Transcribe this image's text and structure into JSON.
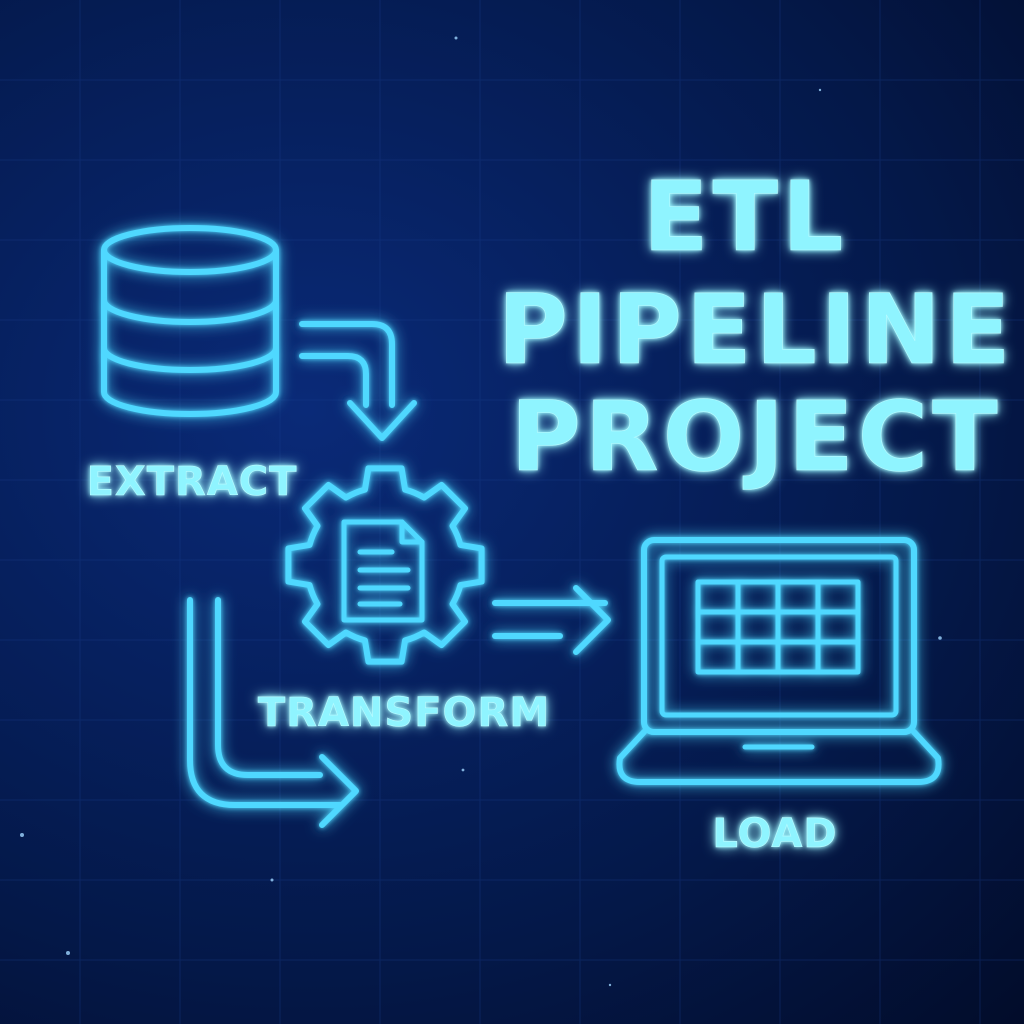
{
  "title": {
    "line1": "ETL",
    "line2": "PIPELINE",
    "line3": "PROJECT"
  },
  "steps": {
    "extract": "EXTRACT",
    "transform": "TRANSFORM",
    "load": "LOAD"
  },
  "icons": {
    "extract": "database-icon",
    "transform": "gear-document-icon",
    "load": "laptop-spreadsheet-icon"
  },
  "colors": {
    "background": "#041848",
    "neon": "#4fd8ff",
    "text": "#8ff4ff"
  }
}
